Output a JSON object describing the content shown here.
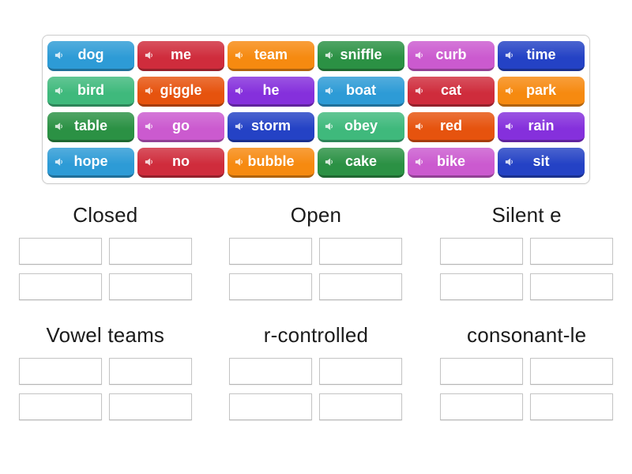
{
  "ui_colors": {
    "page_background": "#ffffff",
    "panel_border": "#cccccc",
    "slot_border": "#c4c4c4",
    "title_text": "#1b1b1b",
    "tile_text": "#ffffff"
  },
  "icons": {
    "tile_audio": "speaker-icon"
  },
  "tiles": [
    {
      "word": "dog",
      "color": "#2D9BD6"
    },
    {
      "word": "me",
      "color": "#CF2C3C"
    },
    {
      "word": "team",
      "color": "#F68A10"
    },
    {
      "word": "sniffle",
      "color": "#2B9144"
    },
    {
      "word": "curb",
      "color": "#CB5ACF"
    },
    {
      "word": "time",
      "color": "#2442C5"
    },
    {
      "word": "bird",
      "color": "#3FB97C"
    },
    {
      "word": "giggle",
      "color": "#E6530E"
    },
    {
      "word": "he",
      "color": "#8530DC"
    },
    {
      "word": "boat",
      "color": "#2D9BD6"
    },
    {
      "word": "cat",
      "color": "#CF2C3C"
    },
    {
      "word": "park",
      "color": "#F68A10"
    },
    {
      "word": "table",
      "color": "#2B9144"
    },
    {
      "word": "go",
      "color": "#CB5ACF"
    },
    {
      "word": "storm",
      "color": "#2442C5"
    },
    {
      "word": "obey",
      "color": "#3FB97C"
    },
    {
      "word": "red",
      "color": "#E6530E"
    },
    {
      "word": "rain",
      "color": "#8530DC"
    },
    {
      "word": "hope",
      "color": "#2D9BD6"
    },
    {
      "word": "no",
      "color": "#CF2C3C"
    },
    {
      "word": "bubble",
      "color": "#F68A10"
    },
    {
      "word": "cake",
      "color": "#2B9144"
    },
    {
      "word": "bike",
      "color": "#CB5ACF"
    },
    {
      "word": "sit",
      "color": "#2442C5"
    }
  ],
  "groups": [
    {
      "label": "Closed",
      "slots": 4
    },
    {
      "label": "Open",
      "slots": 4
    },
    {
      "label": "Silent e",
      "slots": 4
    },
    {
      "label": "Vowel teams",
      "slots": 4
    },
    {
      "label": "r-controlled",
      "slots": 4
    },
    {
      "label": "consonant-le",
      "slots": 4
    }
  ]
}
